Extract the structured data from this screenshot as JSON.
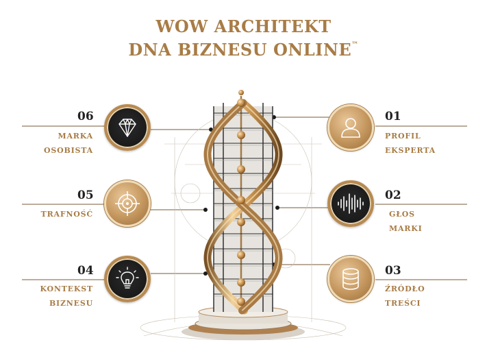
{
  "title": {
    "line1": "WOW ARCHITEKT",
    "line2": "DNA BIZNESU ONLINE",
    "trademark": "™"
  },
  "items": [
    {
      "number": "01",
      "label_lines": [
        "PROFIL",
        "EKSPERTA"
      ],
      "icon": "person-icon"
    },
    {
      "number": "02",
      "label_lines": [
        "GŁOS",
        "MARKI"
      ],
      "icon": "sound-wave-icon"
    },
    {
      "number": "03",
      "label_lines": [
        "ŹRÓDŁO",
        "TREŚCI"
      ],
      "icon": "database-icon"
    },
    {
      "number": "04",
      "label_lines": [
        "KONTEKST",
        "BIZNESU"
      ],
      "icon": "lightbulb-icon"
    },
    {
      "number": "05",
      "label_lines": [
        "TRAFNOŚĆ"
      ],
      "icon": "target-icon"
    },
    {
      "number": "06",
      "label_lines": [
        "MARKA",
        "OSOBISTA"
      ],
      "icon": "diamond-icon"
    }
  ],
  "colors": {
    "gold": "#a87c45",
    "dark": "#1e1e1e",
    "text": "#222222"
  }
}
